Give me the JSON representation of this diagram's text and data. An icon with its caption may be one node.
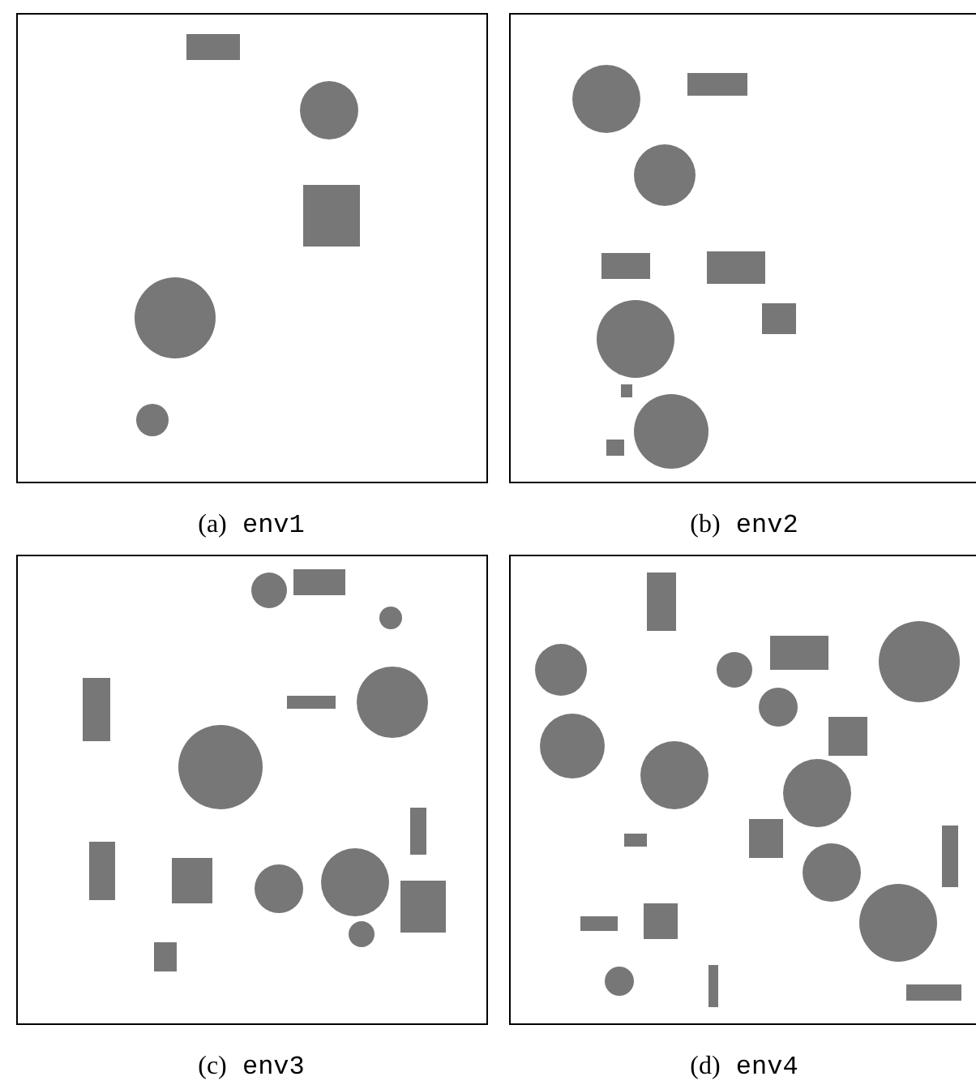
{
  "diagram": {
    "labels": [
      "(a) env1",
      "(b) env2",
      "(c) env3",
      "(d) env4"
    ]
  }
}
